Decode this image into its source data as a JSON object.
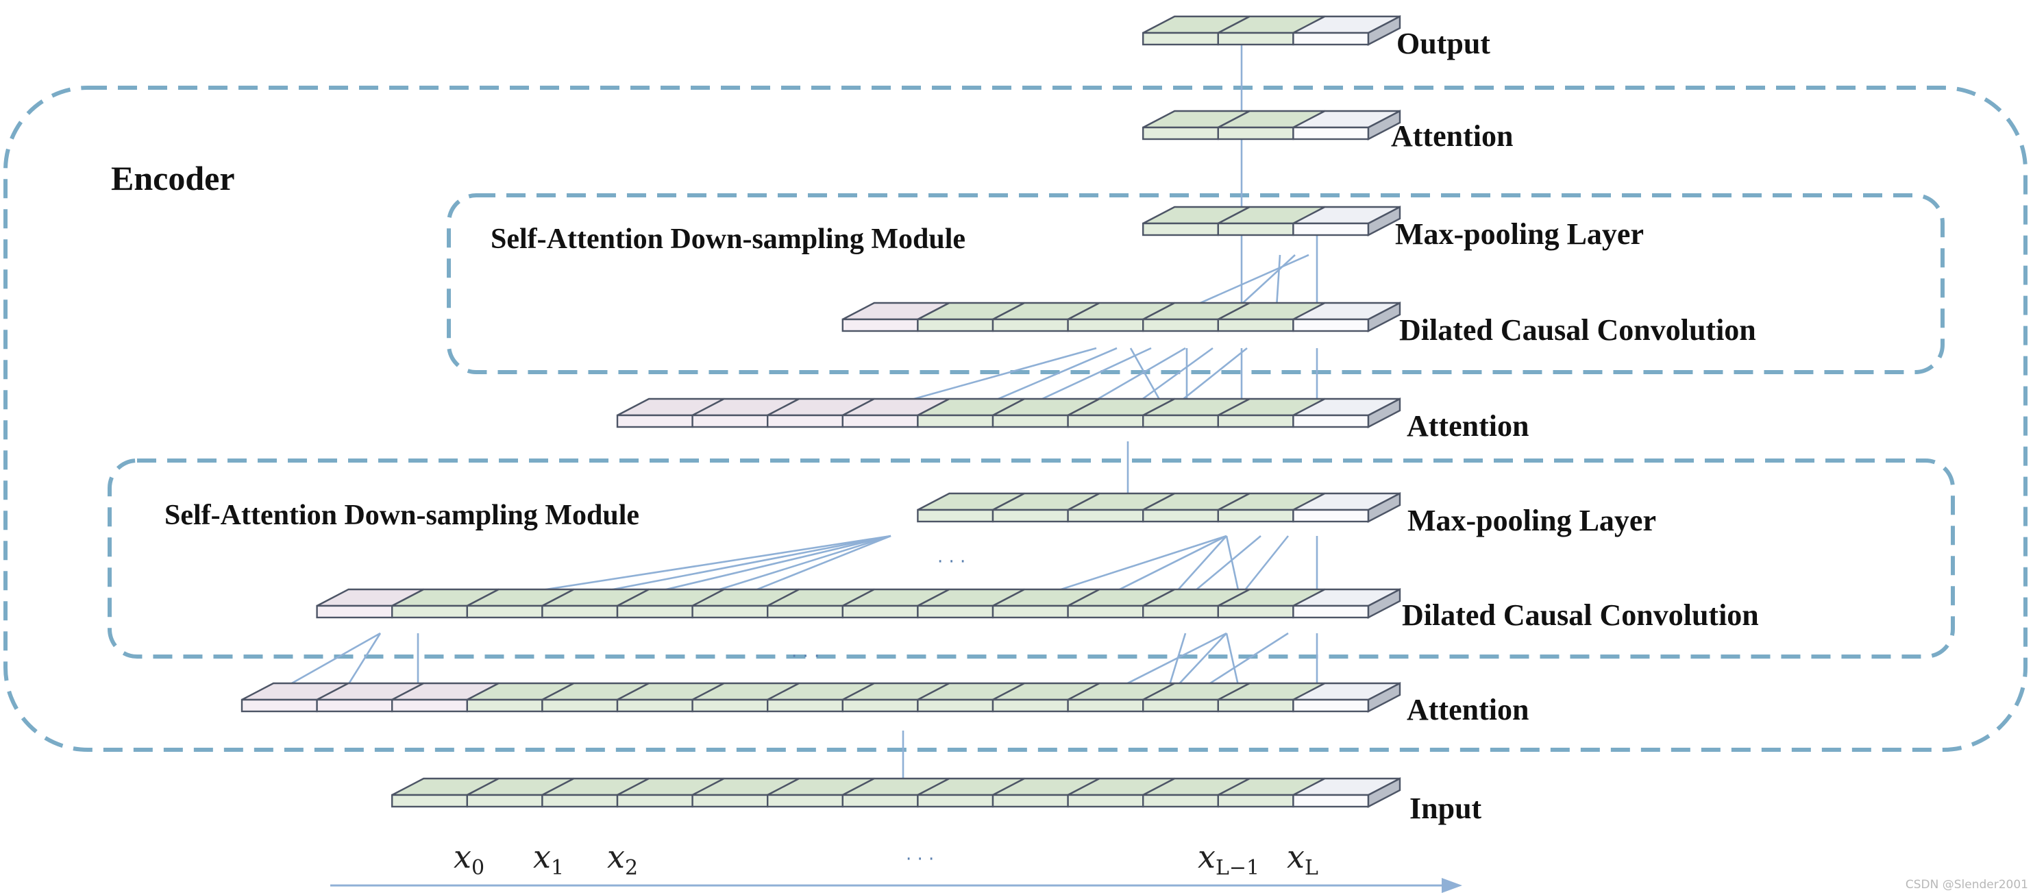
{
  "encoder": {
    "label": "Encoder"
  },
  "modules": [
    {
      "title": "Self-Attention Down-sampling Module"
    },
    {
      "title": "Self-Attention Down-sampling Module"
    }
  ],
  "layers": [
    {
      "id": "output",
      "label": "Output",
      "cells": [
        "green",
        "green",
        "white"
      ]
    },
    {
      "id": "attn-top",
      "label": "Attention",
      "cells": [
        "green",
        "green",
        "white"
      ]
    },
    {
      "id": "maxpool-2",
      "label": "Max-pooling Layer",
      "cells": [
        "green",
        "green",
        "white"
      ]
    },
    {
      "id": "dilated-2",
      "label": "Dilated  Causal Convolution",
      "cells": [
        "pink",
        "green",
        "green",
        "green",
        "green",
        "green",
        "white"
      ]
    },
    {
      "id": "attn-mid",
      "label": "Attention",
      "cells": [
        "pink",
        "pink",
        "pink",
        "pink",
        "green",
        "green",
        "green",
        "green",
        "green",
        "white"
      ]
    },
    {
      "id": "maxpool-1",
      "label": "Max-pooling Layer",
      "cells": [
        "green",
        "green",
        "green",
        "green",
        "green",
        "white"
      ]
    },
    {
      "id": "dilated-1",
      "label": "Dilated  Causal Convolution",
      "cells": [
        "pink",
        "green",
        "green",
        "green",
        "green",
        "green",
        "green",
        "green",
        "green",
        "green",
        "green",
        "green",
        "green",
        "white"
      ]
    },
    {
      "id": "attn-bottom",
      "label": "Attention",
      "cells": [
        "pink",
        "pink",
        "pink",
        "green",
        "green",
        "green",
        "green",
        "green",
        "green",
        "green",
        "green",
        "green",
        "green",
        "green",
        "white"
      ]
    },
    {
      "id": "input",
      "label": "Input",
      "cells": [
        "green",
        "green",
        "green",
        "green",
        "green",
        "green",
        "green",
        "green",
        "green",
        "green",
        "green",
        "green",
        "white"
      ]
    }
  ],
  "input_indices": [
    {
      "base": "x",
      "sub": "0"
    },
    {
      "base": "x",
      "sub": "1"
    },
    {
      "base": "x",
      "sub": "2"
    },
    {
      "base": "x",
      "sub": "L−1"
    },
    {
      "base": "x",
      "sub": "L"
    }
  ],
  "ellipsis": "· · ·",
  "watermark": "CSDN @Slender2001",
  "colors": {
    "green": "#e3eddd",
    "green_top": "#d6e4cf",
    "white": "#fbfbfd",
    "white_top": "#eef0f5",
    "pink": "#f5eef4",
    "pink_top": "#ebe3ea",
    "dashed_border": "#7aabc6",
    "connector": "#8fb0d6"
  }
}
